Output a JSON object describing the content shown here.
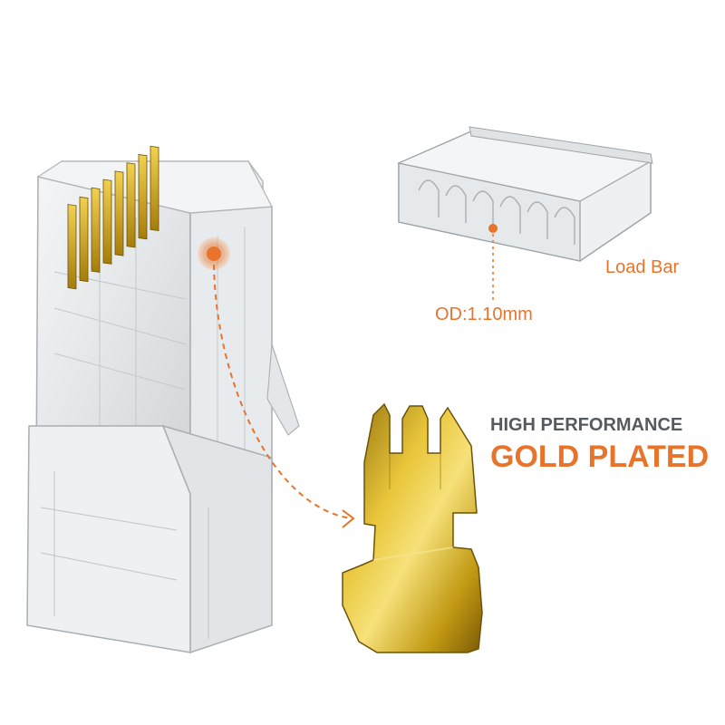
{
  "labels": {
    "load_bar": "Load Bar",
    "outer_diameter": "OD:1.10mm",
    "headline_top": "HIGH PERFORMANCE",
    "headline_main": "GOLD PLATED"
  },
  "colors": {
    "accent": "#e8732a",
    "text_gray": "#555a60",
    "gold": "#d4a818",
    "background": "#ffffff"
  },
  "illustrations": {
    "connector": "rj45-connector",
    "load_bar": "load-bar",
    "contact_pin": "gold-contact-pin"
  }
}
